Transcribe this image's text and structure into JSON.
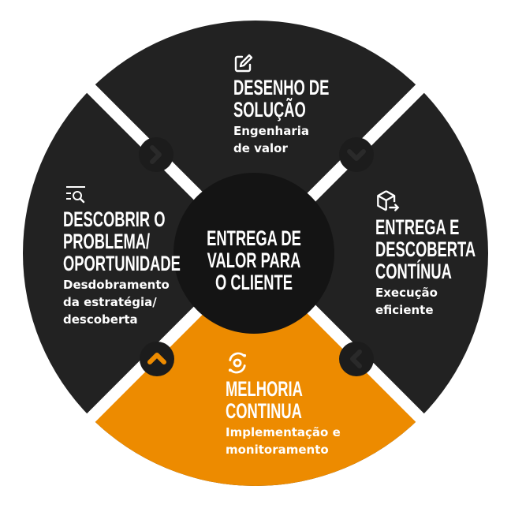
{
  "colors": {
    "dark": "#222222",
    "inner": "#141414",
    "accent": "#ED8B00",
    "arrow_bg": "#1b1b1b",
    "text": "#ffffff"
  },
  "center": {
    "lines": [
      "ENTREGA DE",
      "VALOR PARA",
      "O CLIENTE"
    ]
  },
  "segments": [
    {
      "id": "top",
      "icon": "pencil-edit-icon",
      "title_lines": [
        "DESENHO DE",
        "SOLUÇÃO"
      ],
      "subtitle_lines": [
        "Engenharia",
        "de valor"
      ]
    },
    {
      "id": "right",
      "icon": "box-arrow-icon",
      "title_lines": [
        "ENTREGA E",
        "DESCOBERTA",
        "CONTÍNUA"
      ],
      "subtitle_lines": [
        "Execução",
        "eficiente"
      ]
    },
    {
      "id": "bottom",
      "icon": "cycle-target-icon",
      "title_lines": [
        "MELHORIA",
        "CONTINUA"
      ],
      "subtitle_lines": [
        "Implementação e",
        "monitoramento"
      ]
    },
    {
      "id": "left",
      "icon": "list-search-icon",
      "title_lines": [
        "DESCOBRIR O",
        "PROBLEMA/",
        "OPORTUNIDADE"
      ],
      "subtitle_lines": [
        "Desdobramento",
        "da estratégia/",
        "descoberta"
      ]
    }
  ],
  "arrows": [
    {
      "position": "top-left",
      "icon": "chevron-right-icon"
    },
    {
      "position": "top-right",
      "icon": "chevron-down-icon"
    },
    {
      "position": "bottom-right",
      "icon": "chevron-left-icon"
    },
    {
      "position": "bottom-left",
      "icon": "chevron-up-icon"
    }
  ]
}
